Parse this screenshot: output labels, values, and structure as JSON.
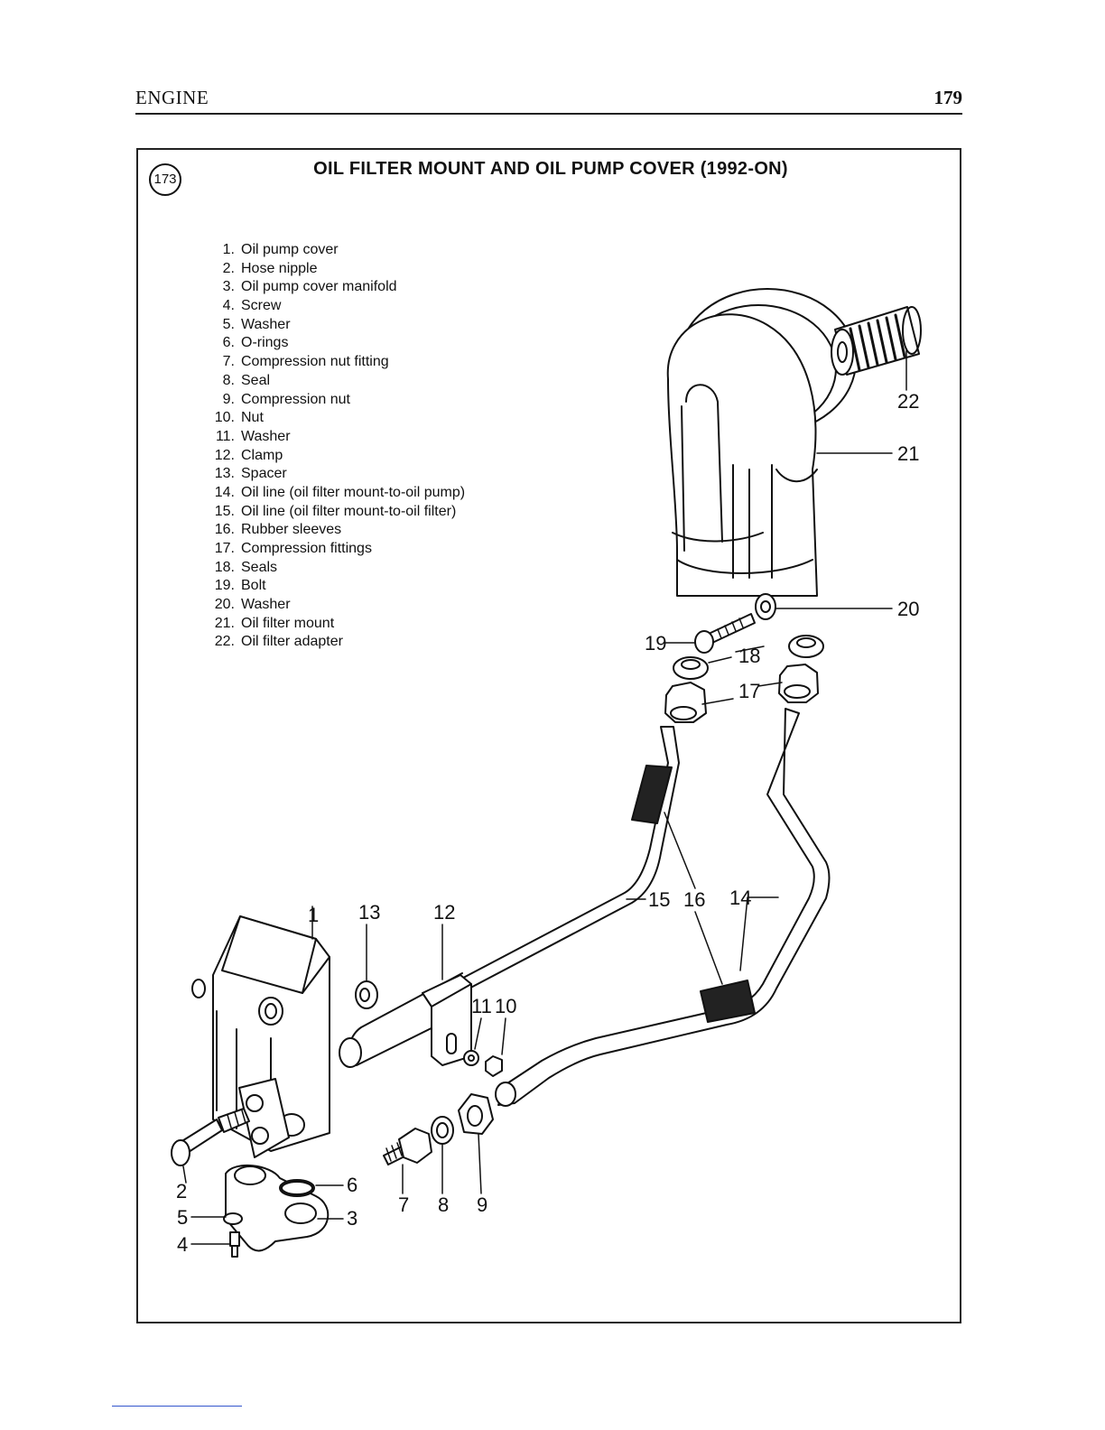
{
  "header": {
    "section": "ENGINE",
    "page_number": "179"
  },
  "figure": {
    "number": "173",
    "title": "OIL FILTER MOUNT AND OIL PUMP COVER (1992-ON)",
    "legend": [
      {
        "num": "1.",
        "label": "Oil pump cover"
      },
      {
        "num": "2.",
        "label": "Hose nipple"
      },
      {
        "num": "3.",
        "label": "Oil pump cover manifold"
      },
      {
        "num": "4.",
        "label": "Screw"
      },
      {
        "num": "5.",
        "label": "Washer"
      },
      {
        "num": "6.",
        "label": "O-rings"
      },
      {
        "num": "7.",
        "label": "Compression nut fitting"
      },
      {
        "num": "8.",
        "label": "Seal"
      },
      {
        "num": "9.",
        "label": "Compression nut"
      },
      {
        "num": "10.",
        "label": "Nut"
      },
      {
        "num": "11.",
        "label": "Washer"
      },
      {
        "num": "12.",
        "label": "Clamp"
      },
      {
        "num": "13.",
        "label": "Spacer"
      },
      {
        "num": "14.",
        "label": "Oil line (oil filter mount-to-oil pump)"
      },
      {
        "num": "15.",
        "label": "Oil line (oil filter mount-to-oil filter)"
      },
      {
        "num": "16.",
        "label": "Rubber sleeves"
      },
      {
        "num": "17.",
        "label": "Compression fittings"
      },
      {
        "num": "18.",
        "label": "Seals"
      },
      {
        "num": "19.",
        "label": "Bolt"
      },
      {
        "num": "20.",
        "label": "Washer"
      },
      {
        "num": "21.",
        "label": "Oil filter mount"
      },
      {
        "num": "22.",
        "label": "Oil filter adapter"
      }
    ],
    "callouts": {
      "c1": "1",
      "c2": "2",
      "c3": "3",
      "c4": "4",
      "c5": "5",
      "c6": "6",
      "c7": "7",
      "c8": "8",
      "c9": "9",
      "c10": "10",
      "c11": "11",
      "c12": "12",
      "c13": "13",
      "c14": "14",
      "c15": "15",
      "c16": "16",
      "c17": "17",
      "c18": "18",
      "c19": "19",
      "c20": "20",
      "c21": "21",
      "c22": "22"
    }
  }
}
